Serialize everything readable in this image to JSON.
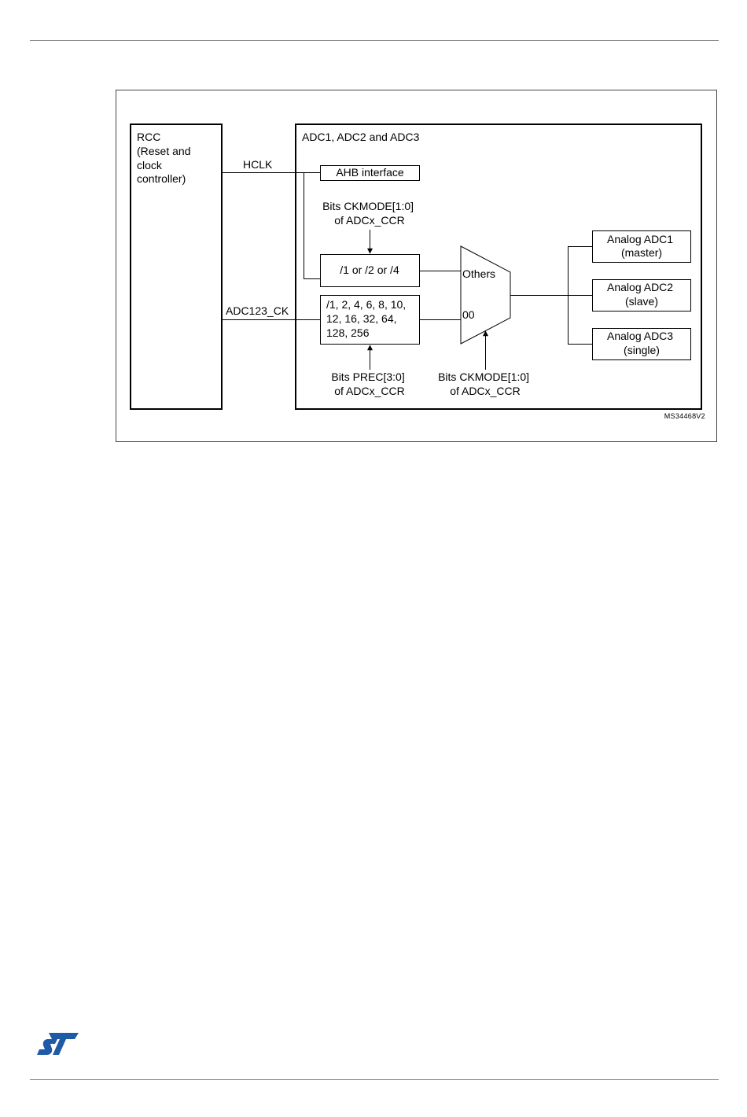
{
  "figure": {
    "rcc_block": {
      "lines": [
        "RCC",
        "(Reset and",
        "clock",
        "controller)"
      ]
    },
    "adc_block": {
      "title": "ADC1, ADC2 and ADC3"
    },
    "signals": {
      "hclk": "HCLK",
      "adc_clk": "ADC123_CK"
    },
    "ahb_interface": "AHB interface",
    "ckmode_top": {
      "lines": [
        "Bits CKMODE[1:0]",
        "of ADCx_CCR"
      ]
    },
    "divider_sync": "/1 or /2 or /4",
    "divider_async": {
      "lines": [
        "/1, 2, 4, 6, 8, 10,",
        "12, 16, 32, 64,",
        "128, 256"
      ]
    },
    "prec_bits": {
      "lines": [
        "Bits PREC[3:0]",
        "of ADCx_CCR"
      ]
    },
    "ckmode_bottom": {
      "lines": [
        "Bits CKMODE[1:0]",
        "of ADCx_CCR"
      ]
    },
    "mux": {
      "input_others": "Others",
      "input_00": "00"
    },
    "outputs": [
      {
        "lines": [
          "Analog ADC1",
          "(master)"
        ]
      },
      {
        "lines": [
          "Analog ADC2",
          "(slave)"
        ]
      },
      {
        "lines": [
          "Analog ADC3",
          "(single)"
        ]
      }
    ],
    "figure_code": "MS34468V2"
  },
  "footer": {
    "logo_icon": "st-logo-icon",
    "brand_color": "#1f5aa6"
  }
}
